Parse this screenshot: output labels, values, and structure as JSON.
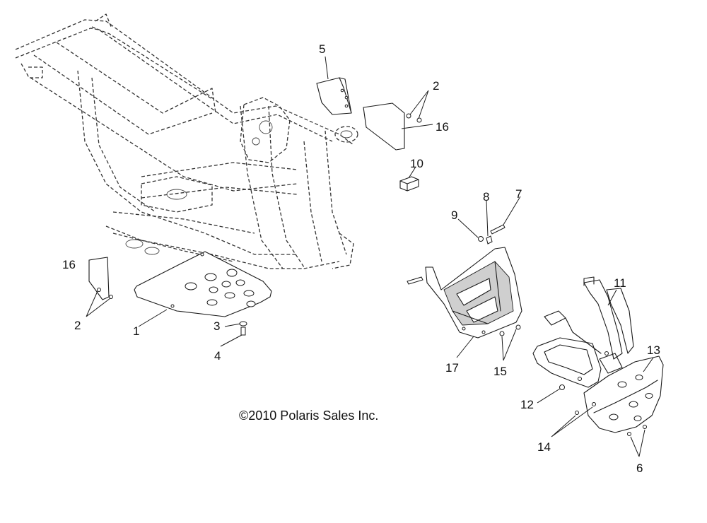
{
  "copyright": "©2010 Polaris Sales Inc.",
  "callouts": {
    "c1": "1",
    "c2_left": "2",
    "c2_right": "2",
    "c3": "3",
    "c4": "4",
    "c5": "5",
    "c6": "6",
    "c7": "7",
    "c8": "8",
    "c9": "9",
    "c10": "10",
    "c11": "11",
    "c12": "12",
    "c13": "13",
    "c14": "14",
    "c15": "15",
    "c16_left": "16",
    "c16_right": "16",
    "c17": "17"
  }
}
